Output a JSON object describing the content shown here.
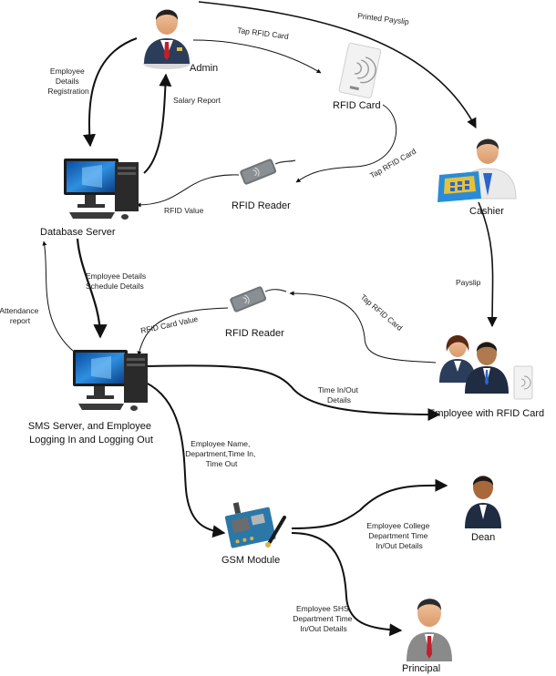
{
  "colors": {
    "arrow": "#111111",
    "monitor_screen": "#1e6fc4",
    "tower": "#2a2a2a",
    "person_suit": "#2b3d5a",
    "tie_red": "#c0202a",
    "card_fill": "#f2f2f2",
    "reader": "#6f7477",
    "gsm_board": "#2b78a8"
  },
  "nodes": {
    "admin": {
      "label": "Admin",
      "icon": "admin-icon"
    },
    "rfid_card": {
      "label": "RFID Card",
      "icon": "rfid-card-icon"
    },
    "cashier": {
      "label": "Cashier",
      "icon": "cashier-icon"
    },
    "database_server": {
      "label": "Database Server",
      "icon": "desktop-computer-icon"
    },
    "rfid_reader_top": {
      "label": "RFID Reader",
      "icon": "rfid-reader-icon"
    },
    "rfid_reader_mid": {
      "label": "RFID Reader",
      "icon": "rfid-reader-icon"
    },
    "sms_server": {
      "label_line1": "SMS Server, and Employee",
      "label_line2": "Logging In and Logging Out",
      "icon": "desktop-computer-icon"
    },
    "employee": {
      "label": "Employee with RFID Card",
      "icon": "employees-icon"
    },
    "gsm": {
      "label": "GSM Module",
      "icon": "gsm-module-icon"
    },
    "dean": {
      "label": "Dean",
      "icon": "dean-icon"
    },
    "principal": {
      "label": "Principal",
      "icon": "principal-icon"
    }
  },
  "edges": {
    "employee_details_registration": [
      "Employee",
      "Details",
      "Registration"
    ],
    "salary_report": "Salary Report",
    "tap_rfid_card_1": "Tap RFID Card",
    "printed_payslip": "Printed Payslip",
    "tap_rfid_card_2": "Tap RFID Card",
    "rfid_value": "RFID Value",
    "payslip": "Payslip",
    "employee_schedule_details": [
      "Employee Details",
      "Schedule Details"
    ],
    "attendance_report": [
      "Attendance",
      "report"
    ],
    "rfid_card_value": "RFID Card Value",
    "tap_rfid_card_3": "Tap RFID Card",
    "time_in_out": [
      "Time In/Out",
      "Details"
    ],
    "employee_name_dept": [
      "Employee Name,",
      "Department,Time In,",
      "Time Out"
    ],
    "college_details": [
      "Employee College",
      "Department Time",
      "In/Out Details"
    ],
    "shs_details": [
      "Employee SHS",
      "Department Time",
      "In/Out Details"
    ]
  }
}
